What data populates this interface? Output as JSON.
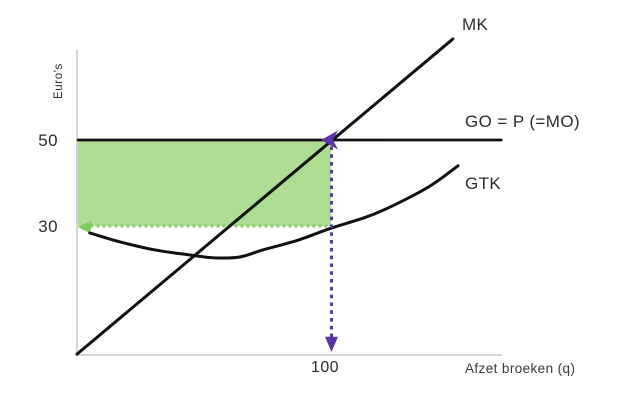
{
  "figure": {
    "background": "#ffffff",
    "axis_color": "#c9c9c9",
    "curve_color": "#111111",
    "text_color": "#2b2b2b"
  },
  "chart_data": {
    "type": "line",
    "title": "",
    "ylabel": "Euro's",
    "xlabel": "Afzet broeken (q)",
    "xlim": [
      0,
      167
    ],
    "ylim": [
      0,
      71
    ],
    "grid": false,
    "legend": "inline-labels-right",
    "y_ticks": [
      {
        "value": 50,
        "label": "50"
      },
      {
        "value": 30,
        "label": "30"
      }
    ],
    "x_ticks": [
      {
        "value": 100,
        "label": "100"
      }
    ],
    "series": [
      {
        "name": "MK",
        "shape": "straight-line",
        "color": "#111111",
        "points": [
          [
            0,
            0.2
          ],
          [
            148,
            73.5
          ]
        ]
      },
      {
        "name": "GO = P (=MO)",
        "shape": "horizontal-line",
        "color": "#111111",
        "points": [
          [
            0.4,
            50
          ],
          [
            167,
            50
          ]
        ]
      },
      {
        "name": "GTK",
        "shape": "smooth-curve",
        "color": "#111111",
        "points": [
          [
            5,
            28.4
          ],
          [
            17,
            26.3
          ],
          [
            31,
            24.4
          ],
          [
            44,
            23.3
          ],
          [
            54,
            22.6
          ],
          [
            64,
            22.8
          ],
          [
            73,
            24.4
          ],
          [
            87,
            26.7
          ],
          [
            100,
            29.5
          ],
          [
            114,
            32.1
          ],
          [
            125,
            34.9
          ],
          [
            139,
            39.3
          ],
          [
            150,
            44
          ]
        ]
      }
    ],
    "profit_area": {
      "q_from": 0,
      "q_to": 100,
      "value_from": 30,
      "value_to": 50,
      "fill": "#addc92"
    },
    "guides": {
      "cost_guide": {
        "value": 30,
        "q_from": 3,
        "q_to": 101,
        "color": "#7ecb60",
        "style": "dotted",
        "arrow": "left-at-axis"
      },
      "quantity_guide": {
        "q": 100,
        "from_value": 48.5,
        "to_value": 4,
        "color": "#5b35a5",
        "style": "dotted",
        "arrows": [
          "left-at-price-line",
          "down-at-x-axis"
        ]
      }
    },
    "equilibrium": {
      "q": 100,
      "price": 50,
      "gtk_at_q": 30
    }
  }
}
